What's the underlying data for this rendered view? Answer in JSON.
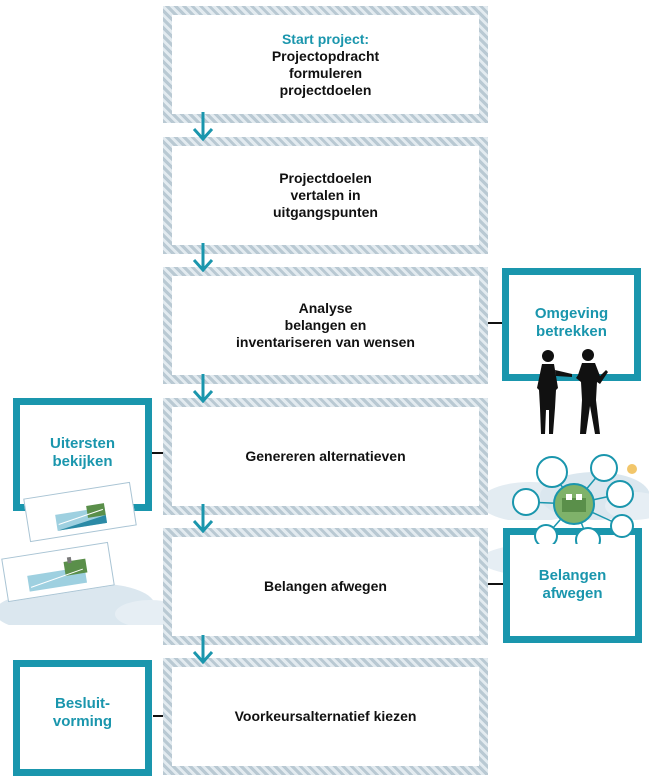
{
  "steps": [
    {
      "heading": "Start project:",
      "lines": [
        "Projectopdracht",
        "formuleren",
        "projectdoelen"
      ]
    },
    {
      "lines": [
        "Projectdoelen",
        "vertalen in",
        "uitgangspunten"
      ]
    },
    {
      "lines": [
        "Analyse",
        "belangen en",
        "inventariseren van wensen"
      ]
    },
    {
      "lines": [
        "Genereren alternatieven"
      ]
    },
    {
      "lines": [
        "Belangen afwegen"
      ]
    },
    {
      "lines": [
        "Voorkeursalternatief kiezen"
      ]
    }
  ],
  "side_boxes": {
    "omgeving": "Omgeving\nbetrekken",
    "uitersten": "Uitersten\nbekijken",
    "belangen": "Belangen\nafwegen",
    "besluit": "Besluit-\nvorming"
  },
  "colors": {
    "teal": "#1a96ad",
    "hatch_light": "#e3ebf0",
    "hatch_dark": "#b9c9d3",
    "cloud": "#dbe7ef"
  },
  "icons": [
    "people-silhouette-icon",
    "sun-icon",
    "arrow-down-icon",
    "cloud-icon"
  ]
}
